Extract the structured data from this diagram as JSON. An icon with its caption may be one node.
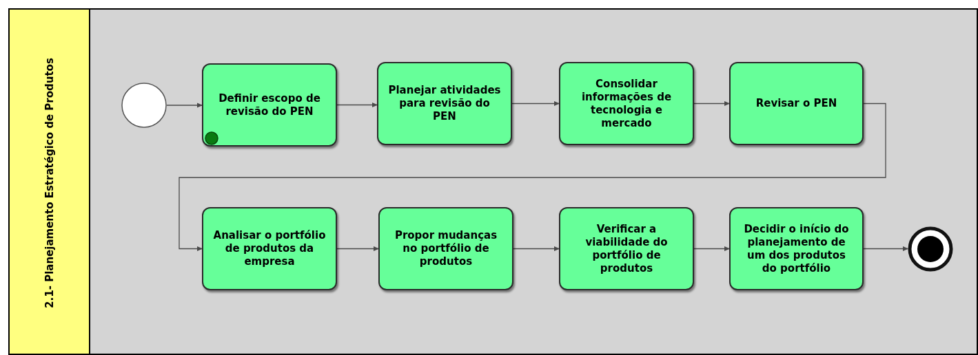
{
  "diagram": {
    "nodes": [
      {
        "text": [
          "2.1- Planejamento Estratégico de Produtos"
        ]
      },
      {
        "text": [],
        "shape": "circle",
        "in": 0
      },
      {
        "text": [
          "Definir escopo de revisão do PEN"
        ],
        "in": 0
      },
      {
        "text": [
          "Planejar atividades para revisão do PEN"
        ],
        "in": 0
      },
      {
        "text": [
          "Consolidar informações de tecnologia e mercado"
        ],
        "in": 0
      },
      {
        "text": [
          "Revisar o PEN"
        ],
        "in": 0
      },
      {
        "text": [
          "Analisar o portfólio de produtos da empresa"
        ],
        "in": 0
      },
      {
        "text": [
          "Propor mudanças no portfólio de produtos"
        ],
        "in": 0
      },
      {
        "text": [
          "Verificar a viabilidade do portfólio de produtos"
        ],
        "in": 0
      },
      {
        "text": [
          "Decidir o início do planejamento de um dos produtos do portfólio"
        ],
        "in": 0
      },
      {
        "text": [],
        "shape": "circle",
        "in": 0
      }
    ],
    "edges": [
      {
        "from": 1,
        "to": 2,
        "arrow": "to"
      },
      {
        "from": 2,
        "to": 3,
        "arrow": "to"
      },
      {
        "from": 3,
        "to": 4,
        "arrow": "to"
      },
      {
        "from": 4,
        "to": 5,
        "arrow": "to"
      },
      {
        "from": 5,
        "to": 6,
        "arrow": "to"
      },
      {
        "from": 6,
        "to": 7,
        "arrow": "to"
      },
      {
        "from": 7,
        "to": 8,
        "arrow": "to"
      },
      {
        "from": 8,
        "to": 9,
        "arrow": "to"
      },
      {
        "from": 9,
        "to": 10,
        "arrow": "to"
      }
    ]
  }
}
